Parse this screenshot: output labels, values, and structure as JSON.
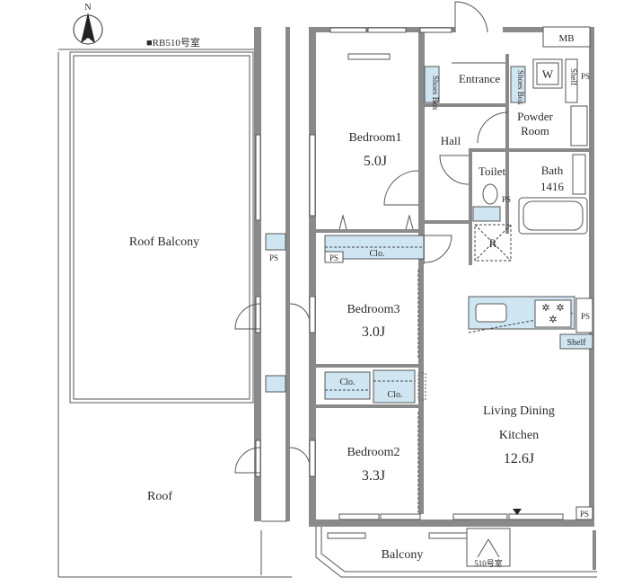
{
  "compass_label": "N",
  "unit_header": "■RB510号室",
  "rooms": {
    "roof_balcony": "Roof Balcony",
    "roof": "Roof",
    "mb": "MB",
    "bedroom1": "Bedroom1",
    "bedroom1_size": "5.0J",
    "entrance": "Entrance",
    "shoes_box_left": "Shoes Box",
    "shoes_box_right": "Shoes Box",
    "washer": "W",
    "shelf_ps": "Shelf",
    "ps_top": "PS",
    "powder_room_1": "Powder",
    "powder_room_2": "Room",
    "hall": "Hall",
    "toilet": "Toilet",
    "bath": "Bath",
    "bath_size": "1416",
    "ps_toilet": "PS",
    "refrigerator": "R",
    "closet_1": "Clo.",
    "ps_left_small": "PS",
    "ps_mid_left": "PS",
    "bedroom3": "Bedroom3",
    "bedroom3_size": "3.0J",
    "closet_2": "Clo.",
    "closet_3": "Clo.",
    "ps_kitchen": "PS",
    "shelf_kitchen": "Shelf",
    "ldk_1": "Living Dining",
    "ldk_2": "Kitchen",
    "ldk_size": "12.6J",
    "bedroom2": "Bedroom2",
    "bedroom2_size": "3.3J",
    "ps_bottom": "PS",
    "balcony": "Balcony",
    "neighbor": "510号室"
  }
}
